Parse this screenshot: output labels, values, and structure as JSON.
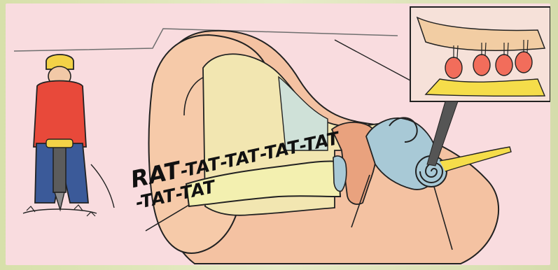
{
  "sound_text": {
    "segments": [
      "RAT",
      "-TAT",
      "-TAT",
      "-TAT",
      "-TAT",
      "-TAT",
      "-TAT"
    ]
  },
  "palette": {
    "background": "#f9dcdf",
    "ear_skin": "#f4c2a2",
    "canal": "#f3f0b0",
    "bone": "#f2e6b1",
    "inner_ear_blue": "#a8c9d6",
    "hair_cells": "#f26d5b",
    "nerve": "#f5dd4a",
    "worker_shirt": "#e8493a",
    "worker_jeans": "#3b5a99",
    "helmet": "#f3d247"
  },
  "icons": [
    "jackhammer-worker",
    "ear-cross-section",
    "cochlea",
    "hair-cell-zoom"
  ]
}
